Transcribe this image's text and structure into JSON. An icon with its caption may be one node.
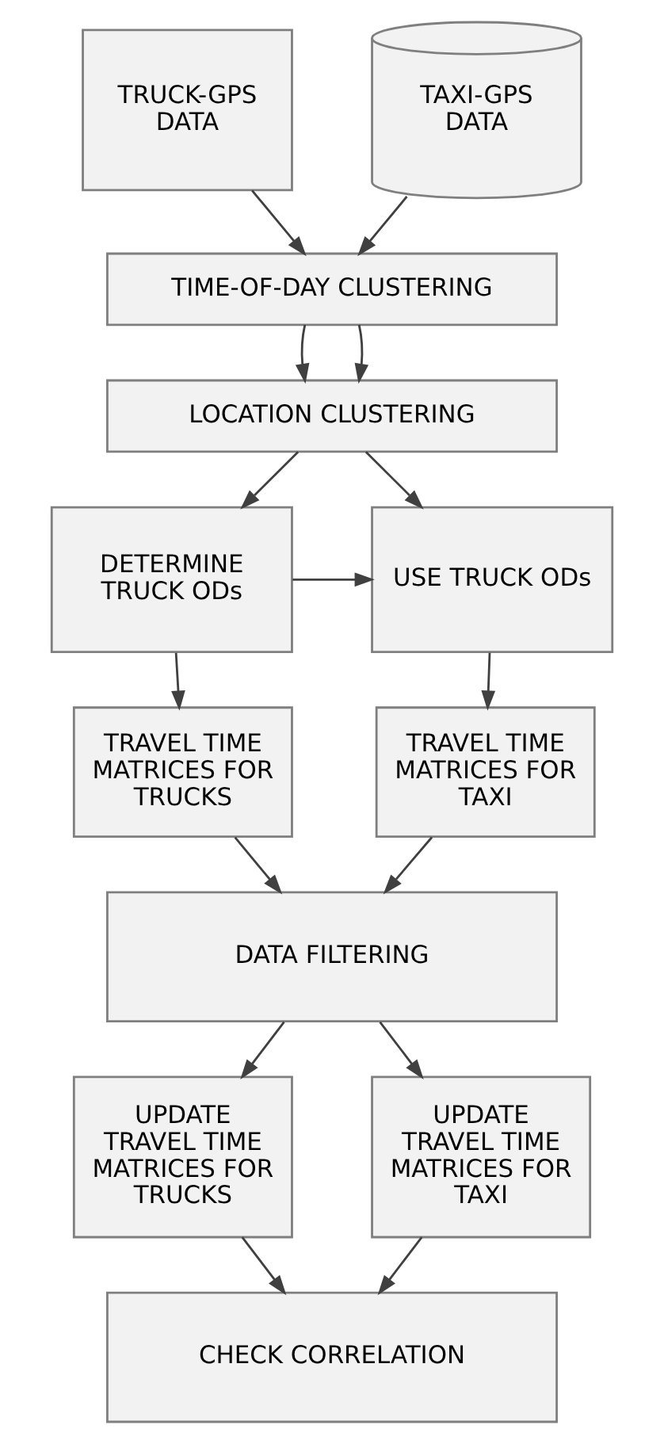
{
  "diagram": {
    "nodes": [
      {
        "text": [
          "TRUCK-GPS DATA"
        ]
      },
      {
        "text": [
          "TAXI-GPS DATA"
        ]
      },
      {
        "text": [
          "TIME-OF-DAY CLUSTERING"
        ]
      },
      {
        "text": [
          "LOCATION CLUSTERING"
        ]
      },
      {
        "text": [
          "DETERMINE TRUCK ODs"
        ]
      },
      {
        "text": [
          "USE TRUCK ODs"
        ]
      },
      {
        "text": [
          "TRAVEL TIME MATRICES FOR TRUCKS"
        ]
      },
      {
        "text": [
          "TRAVEL TIME MATRICES FOR TAXI"
        ]
      },
      {
        "text": [
          "DATA FILTERING"
        ]
      },
      {
        "text": [
          "UPDATE TRAVEL TIME MATRICES FOR TRUCKS"
        ]
      },
      {
        "text": [
          "UPDATE TRAVEL TIME MATRICES FOR TAXI"
        ]
      },
      {
        "text": [
          "CHECK CORRELATION"
        ]
      }
    ],
    "edges": [
      {
        "from": 0,
        "to": 2,
        "arrow": "to"
      },
      {
        "from": 1,
        "to": 2,
        "arrow": "to"
      },
      {
        "from": 2,
        "to": 3,
        "arrow": "to"
      },
      {
        "from": 2,
        "to": 3,
        "arrow": "to"
      },
      {
        "from": 3,
        "to": 4,
        "arrow": "to"
      },
      {
        "from": 3,
        "to": 5,
        "arrow": "to"
      },
      {
        "from": 4,
        "to": 5,
        "arrow": "to"
      },
      {
        "from": 4,
        "to": 6,
        "arrow": "to"
      },
      {
        "from": 5,
        "to": 7,
        "arrow": "to"
      },
      {
        "from": 6,
        "to": 8,
        "arrow": "to"
      },
      {
        "from": 7,
        "to": 8,
        "arrow": "to"
      },
      {
        "from": 8,
        "to": 9,
        "arrow": "to"
      },
      {
        "from": 8,
        "to": 10,
        "arrow": "to"
      },
      {
        "from": 9,
        "to": 11,
        "arrow": "to"
      },
      {
        "from": 10,
        "to": 11,
        "arrow": "to"
      }
    ]
  }
}
